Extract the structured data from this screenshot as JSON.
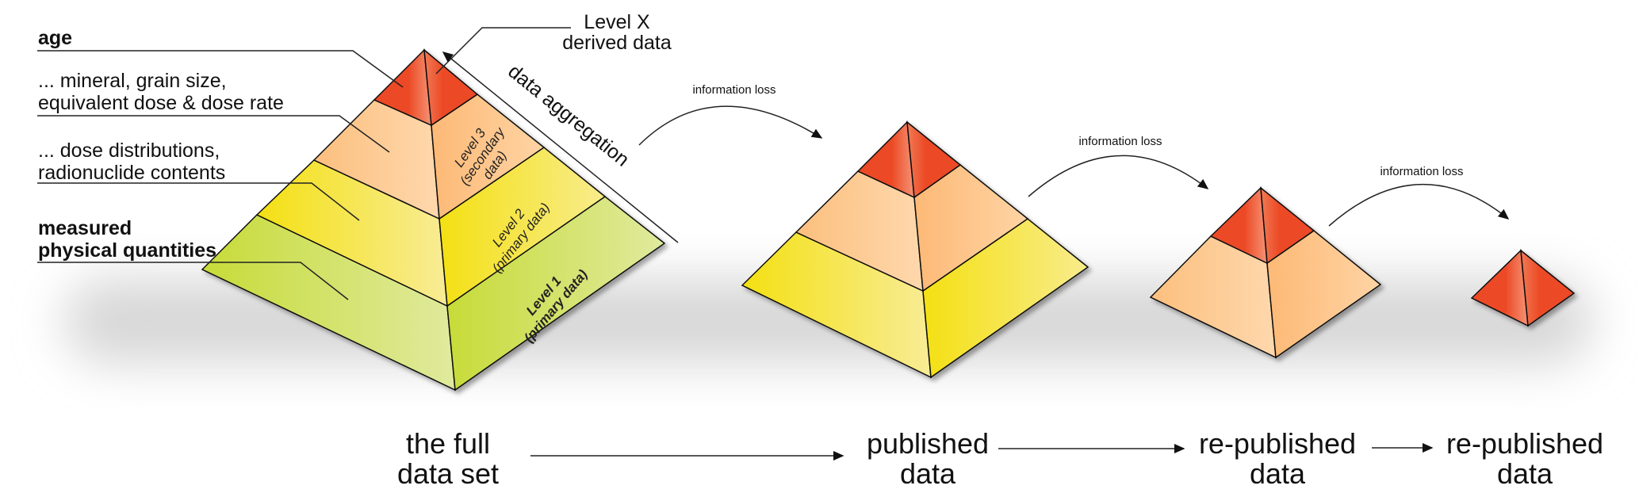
{
  "labels": {
    "age": "age",
    "mineral_line1": "... mineral, grain size,",
    "mineral_line2": "equivalent dose & dose rate",
    "dose_line1": "... dose distributions,",
    "dose_line2": "radionuclide contents",
    "measured_line1": "measured",
    "measured_line2": "physical quantities",
    "level_x_line1": "Level X",
    "level_x_line2": "derived data",
    "data_aggregation": "data aggregation"
  },
  "levels": {
    "level3_line1": "Level 3",
    "level3_line2": "(secondary",
    "level3_line3": "data)",
    "level2_line1": "Level 2",
    "level2_line2": "(primary data)",
    "level1_line1": "Level 1",
    "level1_line2": "(primary data)"
  },
  "info_loss": [
    "information loss",
    "information loss",
    "information loss"
  ],
  "stages": [
    {
      "line1": "the full",
      "line2": "data set"
    },
    {
      "line1": "published",
      "line2": "data"
    },
    {
      "line1": "re-published",
      "line2": "data"
    },
    {
      "line1": "re-published",
      "line2": "data"
    }
  ],
  "colors": {
    "red": "#ec4a25",
    "orange": "#fcbf7e",
    "yellow": "#f4e321",
    "green": "#c9dc3e"
  }
}
